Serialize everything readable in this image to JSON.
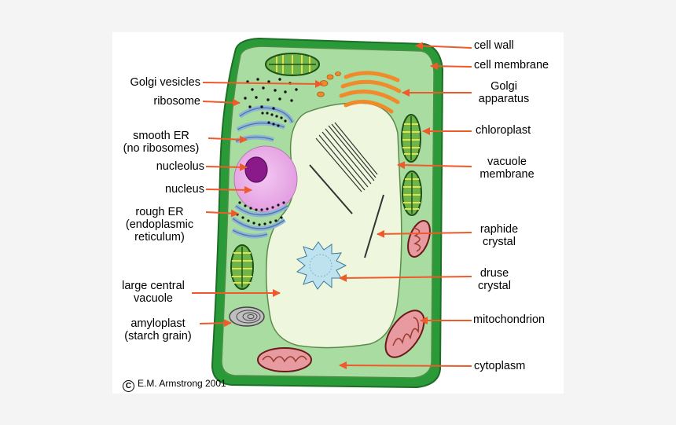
{
  "labels": {
    "cell_wall": "cell wall",
    "cell_membrane": "cell membrane",
    "golgi_apparatus": [
      "Golgi",
      "apparatus"
    ],
    "chloroplast": "chloroplast",
    "vacuole_membrane": [
      "vacuole",
      "membrane"
    ],
    "raphide_crystal": [
      "raphide",
      "crystal"
    ],
    "druse_crystal": [
      "druse",
      "crystal"
    ],
    "mitochondrion": "mitochondrion",
    "cytoplasm": "cytoplasm",
    "golgi_vesicles": "Golgi vesicles",
    "ribosome": "ribosome",
    "smooth_er": [
      "smooth ER",
      "(no ribosomes)"
    ],
    "nucleolus": "nucleolus",
    "nucleus": "nucleus",
    "rough_er": [
      "rough ER",
      "(endoplasmic",
      "reticulum)"
    ],
    "large_central_vacuole": [
      "large central",
      "vacuole"
    ],
    "amyloplast": [
      "amyloplast",
      "(starch grain)"
    ]
  },
  "credit": {
    "symbol": "C",
    "text": "E.M. Armstrong 2001"
  },
  "colors": {
    "cell_wall": "#2a9a38",
    "cytoplasm": "#a9dca0",
    "vacuole": "#eef7dd",
    "nucleus": "#e6a8e4",
    "nucleolus": "#8a1a8a",
    "er": "#8fb6d8",
    "golgi": "#f08a2a",
    "chloroplast": "#6bb54a",
    "mitochondrion": "#e79aa0",
    "arrow": "#f05a2a"
  }
}
